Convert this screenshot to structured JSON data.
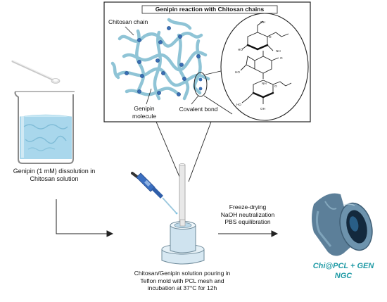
{
  "panel": {
    "title": "Genipin reaction with Chitosan chains",
    "labels": {
      "chitosan_chain": "Chitosan chain",
      "genipin_molecule": "Genipin molecule",
      "covalent_bond": "Covalent bond"
    }
  },
  "steps": {
    "dissolution": "Genipin (1 mM) dissolution in Chitosan solution",
    "pouring": "Chitosan/Genipin solution pouring in Teflon mold with PCL mesh and incubation at 37°C for 12h",
    "post_processing": [
      "Freeze-drying",
      "NaOH neutralization",
      "PBS equilibration"
    ]
  },
  "result": {
    "line1": "Chi@PCL + GEN",
    "line2": "NGC"
  },
  "chem_labels": {
    "oh": "OH",
    "ho": "HO",
    "o": "O",
    "nh": "NH"
  },
  "colors": {
    "chain": "#8fc4d6",
    "node": "#3a6fb5",
    "liquid": "#a9d7ec",
    "result_text": "#1f9aa5",
    "pipette": "#3b6fc0"
  }
}
